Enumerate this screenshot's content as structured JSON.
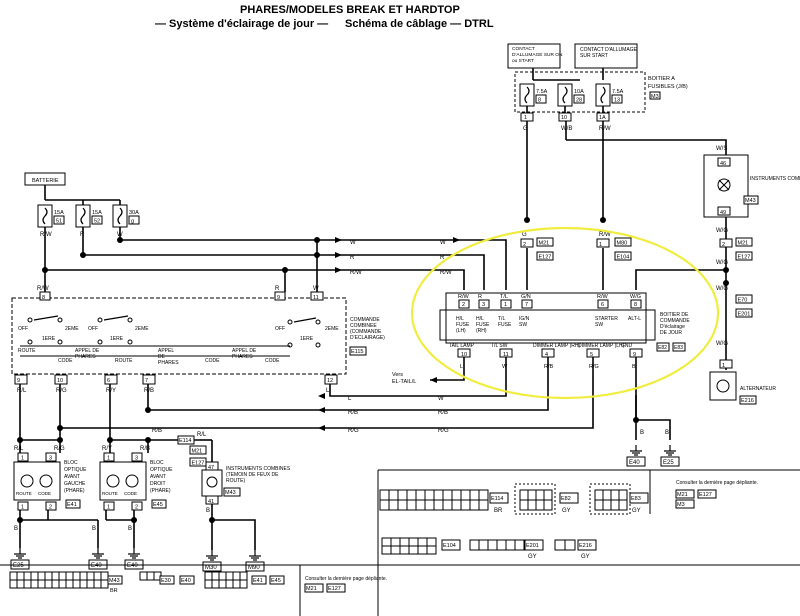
{
  "header": {
    "title": "PHARES/MODELES BREAK ET HARDTOP",
    "subtitle_left": "— Système d'éclairage de jour —",
    "subtitle_right": "Schéma de câblage — DTRL"
  },
  "boxes": {
    "contact_on": [
      "CONTACT",
      "D'ALLUMAGE SUR ON",
      "ou START"
    ],
    "contact_start": [
      "CONTACT D'ALLUMAGE",
      "SUR START"
    ],
    "fuse_box": [
      "BOITIER A",
      "FUSIBLES (J/B)"
    ],
    "fuse_box_conn": "M3",
    "batterie": "BATTERIE",
    "instruments_charge": "INSTRUMENTS COMBINES (CHARGE)",
    "instruments_charge_conn": "M43",
    "commande": [
      "COMMANDE",
      "COMBINEE",
      "(COMMANDE",
      "D'ECLAIRAGE)"
    ],
    "commande_conn": "E115",
    "dtrl_unit": [
      "BOITIER DE",
      "COMMANDE",
      "D'éclairage",
      "DE JOUR"
    ],
    "dtrl_unit_conns": [
      "E82",
      "E83"
    ],
    "alternateur": "ALTERNATEUR",
    "alternateur_conn": "E216",
    "bloc_gauche": [
      "BLOC",
      "OPTIQUE",
      "AVANT",
      "GAUCHE",
      "(PHARE)"
    ],
    "bloc_gauche_conn": "E41",
    "bloc_droit": [
      "BLOC",
      "OPTIQUE",
      "AVANT",
      "DROIT",
      "(PHARE)"
    ],
    "bloc_droit_conn": "E45",
    "instruments_route": [
      "INSTRUMENTS COMBINES",
      "(TEMOIN DE FEUX DE",
      "ROUTE)"
    ],
    "instruments_route_conn": "M43",
    "vers": [
      "Vers",
      "EL-TAIL/L"
    ]
  },
  "fuses": [
    {
      "amp": "7.5A",
      "num": "8"
    },
    {
      "amp": "10A",
      "num": "28"
    },
    {
      "amp": "7.5A",
      "num": "13"
    },
    {
      "amp": "15A",
      "num": "51"
    },
    {
      "amp": "15A",
      "num": "52"
    },
    {
      "amp": "30A",
      "num": "g"
    }
  ],
  "dtrl_pins": [
    {
      "num": "2",
      "wire": "R/W",
      "name": [
        "H/L",
        "FUSE",
        "(LH)"
      ]
    },
    {
      "num": "3",
      "wire": "R",
      "name": [
        "H/L",
        "FUSE",
        "(RH)"
      ]
    },
    {
      "num": "1",
      "wire": "T/L",
      "name": [
        "T/L",
        "FUSE"
      ]
    },
    {
      "num": "7",
      "wire": "G/N",
      "name": [
        "IG/N",
        "SW"
      ]
    },
    {
      "num": "6",
      "wire": "R/W",
      "name": [
        "STARTER",
        "SW"
      ]
    },
    {
      "num": "8",
      "wire": "W/G",
      "name": [
        "ALT-L"
      ]
    }
  ],
  "dtrl_bottom_pins": [
    {
      "num": "10",
      "wire": "L",
      "name": "TAIL LAMP"
    },
    {
      "num": "11",
      "wire": "W",
      "name": "T/L SW"
    },
    {
      "num": "4",
      "wire": "R/B",
      "name": "DIMMER LAMP (RH)"
    },
    {
      "num": "5",
      "wire": "R/G",
      "name": "DIMMER LAMP (LH)"
    },
    {
      "num": "9",
      "wire": "B",
      "name": "GND"
    }
  ],
  "switch_labels": {
    "off": "OFF",
    "deme": "2EME",
    "tere": "1ERE",
    "route": "ROUTE",
    "code": "CODE",
    "appel": "APPEL DE PHARES"
  },
  "wires": {
    "W": "W",
    "R": "R",
    "RW": "R/W",
    "L": "L",
    "G": "G",
    "WB": "W/B",
    "WG": "W/G",
    "WS": "W/S",
    "RB": "R/B",
    "RG": "R/G",
    "RY": "R/Y",
    "B": "B",
    "Y": "Y"
  },
  "grounds": [
    "E25",
    "E40",
    "M30",
    "M90",
    "E40",
    "E25"
  ],
  "connectors": [
    "M21",
    "E127",
    "M80",
    "E104",
    "E70",
    "E201",
    "E114",
    "E216"
  ],
  "footer": {
    "ref1": "Consulter la dernière page dépliante.",
    "ref2": "Consulter la dernière page dépliante.",
    "ref_codes": [
      "M21",
      "E127",
      "M3"
    ],
    "connector_codes": [
      "E114",
      "BR",
      "E82",
      "GY",
      "E83",
      "GY",
      "E104",
      "E201",
      "GY",
      "E216",
      "M43",
      "BR",
      "M3",
      "E41",
      "E45",
      "M21",
      "E127"
    ]
  }
}
